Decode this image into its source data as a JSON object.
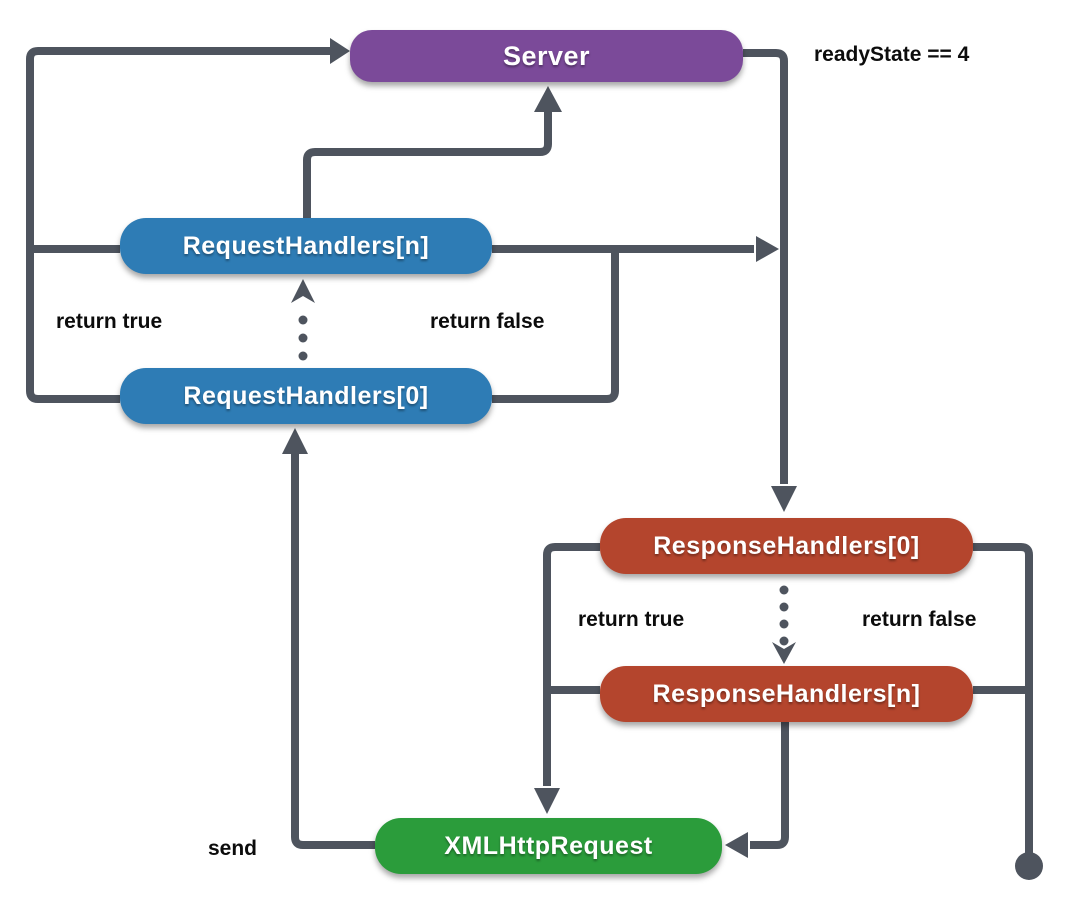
{
  "diagram": {
    "title_hint": "XMLHttpRequest request/response handler chain",
    "nodes": {
      "server": {
        "label": "Server",
        "color": "#7B4A99"
      },
      "requestHandlersN": {
        "label": "RequestHandlers[n]",
        "color": "#2E7CB5"
      },
      "requestHandlers0": {
        "label": "RequestHandlers[0]",
        "color": "#2E7CB5"
      },
      "responseHandlers0": {
        "label": "ResponseHandlers[0]",
        "color": "#B4452D"
      },
      "responseHandlersN": {
        "label": "ResponseHandlers[n]",
        "color": "#B4452D"
      },
      "xmlHttpRequest": {
        "label": "XMLHttpRequest",
        "color": "#2B9C3B"
      }
    },
    "labels": {
      "readyState": "readyState == 4",
      "requestReturnTrue": "return true",
      "requestReturnFalse": "return false",
      "responseReturnTrue": "return true",
      "responseReturnFalse": "return false",
      "send": "send"
    },
    "colors": {
      "line": "#4E545E",
      "background": "#FFFFFF",
      "label_text": "#0C0C0C",
      "node_text": "#FFFFFF"
    }
  }
}
